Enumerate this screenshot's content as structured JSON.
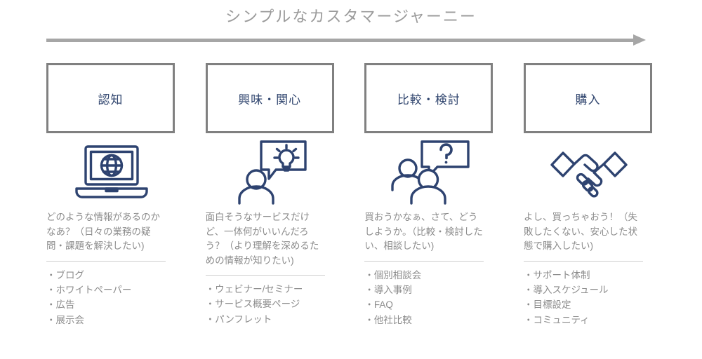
{
  "header": {
    "title": "シンプルなカスタマージャーニー",
    "arrow": "journey-arrow-right"
  },
  "colors": {
    "title_gray": "#9b9b9b",
    "stage_border_gray": "#808080",
    "stage_label_navy": "#31466f",
    "icon_navy": "#2e4370",
    "body_text_gray": "#8c8c8c",
    "arrow_gray": "#a6a6a6",
    "divider_gray": "#cfcfcf",
    "background": "#ffffff"
  },
  "columns": [
    {
      "stage": "認知",
      "icon": "laptop-globe-icon",
      "quote": "どのような情報があるのかなあ？（日々の業務の疑問・課題を解決したい)",
      "items": [
        "ブログ",
        "ホワイトペーパー",
        "広告",
        "展示会"
      ]
    },
    {
      "stage": "興味・関心",
      "icon": "person-lightbulb-bubble-icon",
      "quote": "面白そうなサービスだけど、一体何がいいんだろう？（より理解を深めるための情報が知りたい)",
      "items": [
        "ウェビナー/セミナー",
        "サービス概要ページ",
        "パンフレット"
      ]
    },
    {
      "stage": "比較・検討",
      "icon": "two-people-question-bubble-icon",
      "quote": "買おうかなぁ、さて、どうしようか。（比較・検討したい、相談したい)",
      "items": [
        "個別相談会",
        "導入事例",
        "FAQ",
        "他社比較"
      ]
    },
    {
      "stage": "購入",
      "icon": "handshake-icon",
      "quote": "よし、買っちゃおう！（失敗したくない、安心した状態で購入したい)",
      "items": [
        "サポート体制",
        "導入スケジュール",
        "目標設定",
        "コミュニティ"
      ]
    }
  ]
}
